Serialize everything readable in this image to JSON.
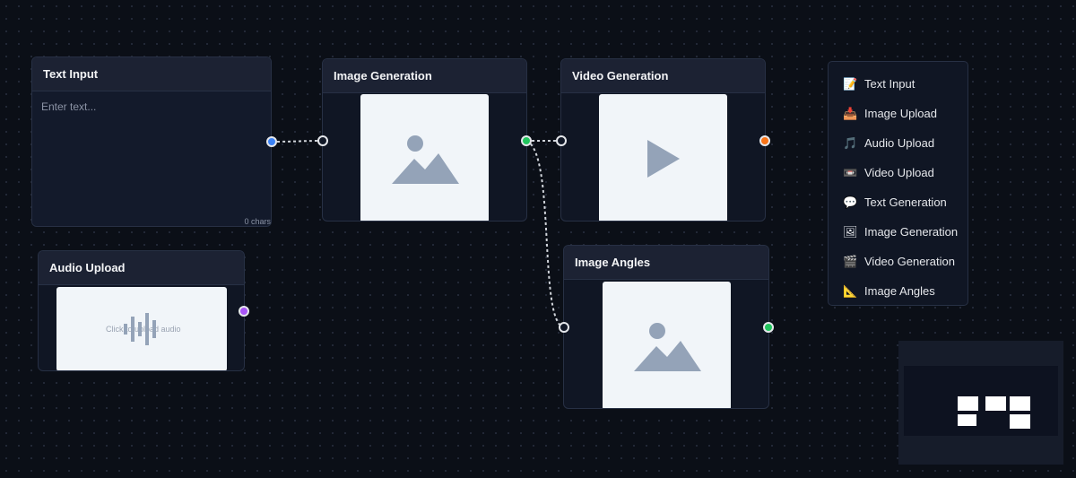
{
  "nodes": {
    "text_input": {
      "title": "Text Input",
      "placeholder": "Enter text...",
      "char_count": "0 chars"
    },
    "audio_upload": {
      "title": "Audio Upload",
      "prompt": "Click to upload audio"
    },
    "image_generation": {
      "title": "Image Generation",
      "preview_icon": "image-placeholder-icon"
    },
    "video_generation": {
      "title": "Video Generation",
      "preview_icon": "play-icon"
    },
    "image_angles": {
      "title": "Image Angles",
      "preview_icon": "image-placeholder-icon"
    }
  },
  "palette": {
    "items": [
      {
        "label": "Text Input",
        "icon": "📝"
      },
      {
        "label": "Image Upload",
        "icon": "📥"
      },
      {
        "label": "Audio Upload",
        "icon": "🎵"
      },
      {
        "label": "Video Upload",
        "icon": "📼"
      },
      {
        "label": "Text Generation",
        "icon": "💬"
      },
      {
        "label": "Image Generation",
        "icon": "🖼"
      },
      {
        "label": "Video Generation",
        "icon": "🎬"
      },
      {
        "label": "Image Angles",
        "icon": "📐"
      }
    ]
  },
  "colors": {
    "text_output": "#3b82f6",
    "image_output": "#22c55e",
    "audio_output": "#a855f7",
    "video_output": "#f97316",
    "input_handle": "#111827",
    "edge": "#d1d5db"
  }
}
